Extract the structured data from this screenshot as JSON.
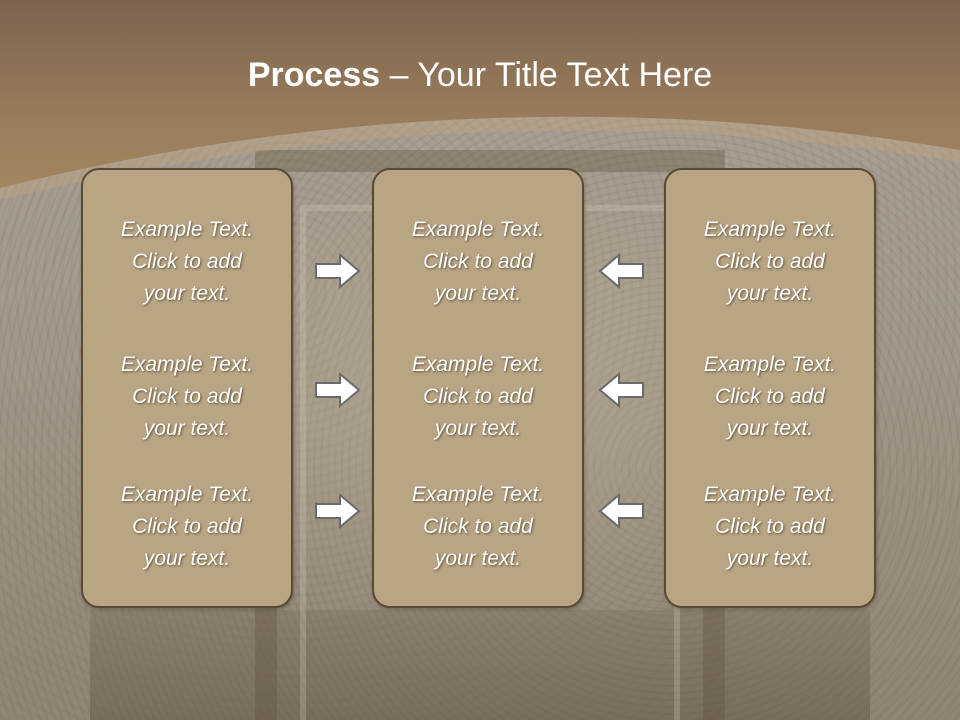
{
  "title": {
    "bold": "Process",
    "rest": " – Your Title Text Here"
  },
  "columns": [
    {
      "items": [
        "Example Text.\nClick  to add\nyour text.",
        "Example Text.\nClick  to add\nyour text.",
        "Example Text.\nClick  to add\nyour text."
      ]
    },
    {
      "items": [
        "Example Text.\nClick  to add\nyour text.",
        "Example Text.\nClick  to add\nyour text.",
        "Example Text.\nClick  to add\nyour text."
      ]
    },
    {
      "items": [
        "Example Text.\nClick  to add\nyour text.",
        "Example Text.\nClick  to add\nyour text.",
        "Example Text.\nClick  to add\nyour text."
      ]
    }
  ],
  "icons": {
    "left_arrows": "arrow-right-icon",
    "right_arrows": "arrow-left-icon"
  },
  "colors": {
    "header": "#8c7257",
    "card_fill": "#b9a584",
    "card_border": "#5a4a34",
    "arrow_fill": "#ffffff",
    "arrow_stroke": "#6a6a6a",
    "text": "#ffffff"
  }
}
